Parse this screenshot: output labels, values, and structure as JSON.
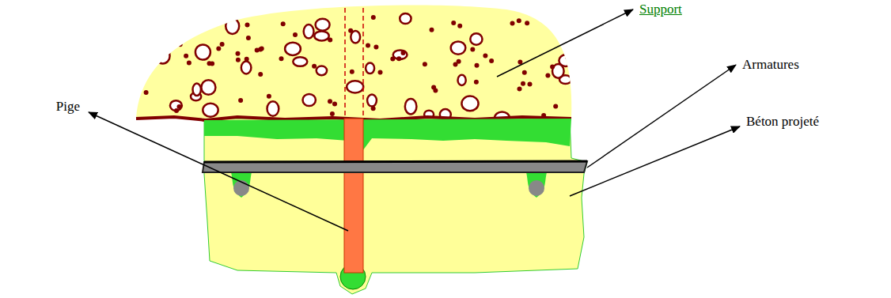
{
  "diagram": {
    "labels": [
      "Support",
      "Armatures",
      "Béton projeté",
      "Pige"
    ]
  }
}
